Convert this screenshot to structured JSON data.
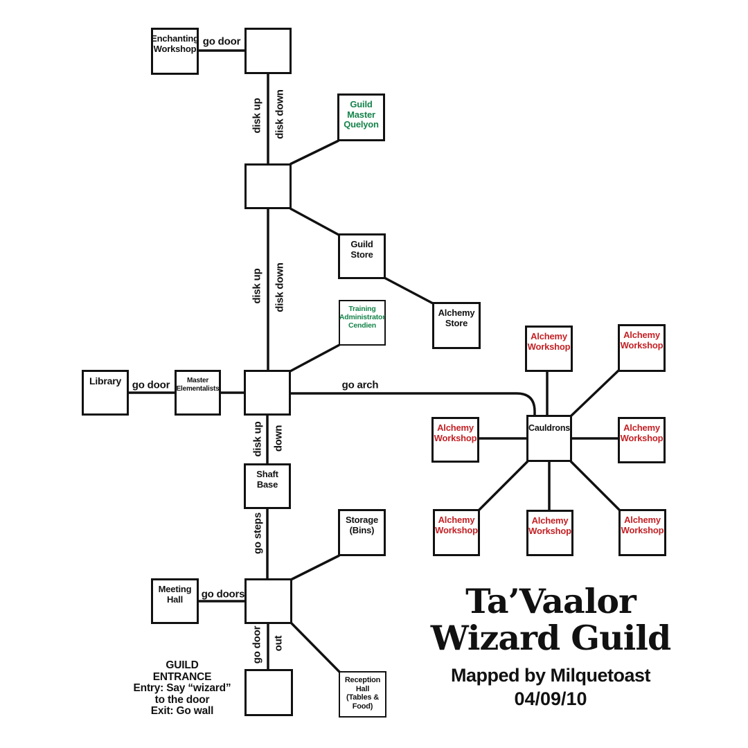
{
  "colors": {
    "ink": "#111111",
    "npc_green": "#15834a",
    "workshop_red": "#c32125"
  },
  "nodes": {
    "enchanting_workshop": {
      "label": "Enchanting\nWorkshop"
    },
    "guild_master": {
      "label": "Guild\nMaster\nQuelyon"
    },
    "guild_store": {
      "label": "Guild\nStore"
    },
    "training_admin": {
      "label": "Training\nAdministrator\nCendien"
    },
    "alchemy_store": {
      "label": "Alchemy\nStore"
    },
    "library": {
      "label": "Library"
    },
    "master_elementalists": {
      "label": "Master\nElementalists"
    },
    "shaft_base": {
      "label": "Shaft\nBase"
    },
    "storage_bins": {
      "label": "Storage\n(Bins)"
    },
    "meeting_hall": {
      "label": "Meeting\nHall"
    },
    "reception_hall": {
      "label": "Reception\nHall\n(Tables &\nFood)"
    },
    "cauldrons": {
      "label": "Cauldrons"
    },
    "alchemy_workshop_top": {
      "label": "Alchemy\nWorkshop"
    },
    "alchemy_workshop_topright": {
      "label": "Alchemy\nWorkshop"
    },
    "alchemy_workshop_left": {
      "label": "Alchemy\nWorkshop"
    },
    "alchemy_workshop_right": {
      "label": "Alchemy\nWorkshop"
    },
    "alchemy_workshop_bottomleft": {
      "label": "Alchemy\nWorkshop"
    },
    "alchemy_workshop_bottommid": {
      "label": "Alchemy\nWorkshop"
    },
    "alchemy_workshop_bottomright": {
      "label": "Alchemy\nWorkshop"
    }
  },
  "edge_labels": {
    "enchanting_go_door": "go door",
    "upper_disk_up": "disk up",
    "upper_disk_down": "disk down",
    "mid_disk_up": "disk up",
    "mid_disk_down": "disk down",
    "library_go_door": "go door",
    "go_arch": "go arch",
    "lower_disk_up": "disk up",
    "lower_down": "down",
    "go_steps": "go steps",
    "meeting_go_doors": "go doors",
    "exit_go_door": "go door",
    "exit_out": "out"
  },
  "entrance_note": {
    "text": "GUILD\nENTRANCE\nEntry: Say “wizard”\nto the door\nExit: Go wall"
  },
  "title": {
    "main": "Ta’Vaalor\nWizard Guild",
    "credit": "Mapped by Milquetoast",
    "date": "04/09/10"
  }
}
